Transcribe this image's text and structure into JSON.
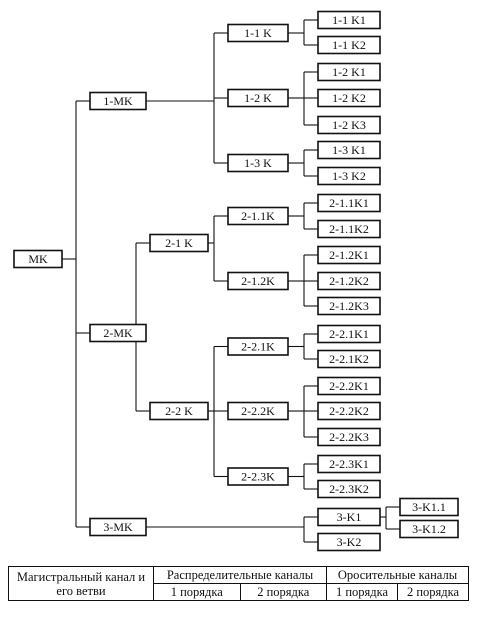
{
  "tree": {
    "root": "MK",
    "branches": [
      {
        "label": "1-MK",
        "children": [
          {
            "label": "1-1 K",
            "children": [
              "1-1 K1",
              "1-1 K2"
            ]
          },
          {
            "label": "1-2 K",
            "children": [
              "1-2 K1",
              "1-2 K2",
              "1-2 K3"
            ]
          },
          {
            "label": "1-3 K",
            "children": [
              "1-3 K1",
              "1-3 K2"
            ]
          }
        ]
      },
      {
        "label": "2-MK",
        "children": [
          {
            "label": "2-1 K",
            "children": [
              {
                "label": "2-1.1K",
                "children": [
                  "2-1.1K1",
                  "2-1.1K2"
                ]
              },
              {
                "label": "2-1.2K",
                "children": [
                  "2-1.2K1",
                  "2-1.2K2",
                  "2-1.2K3"
                ]
              }
            ]
          },
          {
            "label": "2-2 K",
            "children": [
              {
                "label": "2-2.1K",
                "children": [
                  "2-2.1K1",
                  "2-2.1K2"
                ]
              },
              {
                "label": "2-2.2K",
                "children": [
                  "2-2.2K1",
                  "2-2.2K2",
                  "2-2.2K3"
                ]
              },
              {
                "label": "2-2.3K",
                "children": [
                  "2-2.3K1",
                  "2-2.3K2"
                ]
              }
            ]
          }
        ]
      },
      {
        "label": "3-MK",
        "children": [
          {
            "label": "3-K1",
            "children": [
              "3-K1.1",
              "3-K1.2"
            ]
          },
          {
            "label": "3-K2",
            "children": []
          }
        ]
      }
    ]
  },
  "legend": {
    "col_main": "Магистральный канал и его ветви",
    "col_distrib": "Распределительные каналы",
    "col_irrig": "Оросительные каналы",
    "order_1": "1 порядка",
    "order_2": "2 порядка"
  }
}
